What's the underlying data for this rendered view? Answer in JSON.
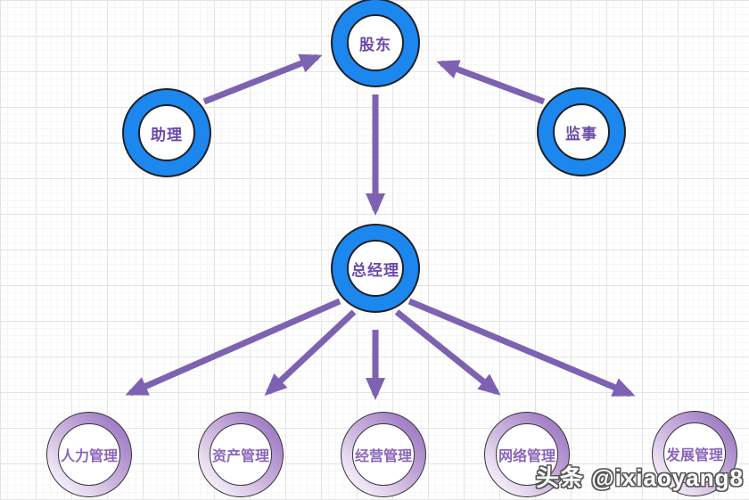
{
  "diagram": {
    "type": "org-chart",
    "nodes": {
      "shareholder": {
        "label": "股东"
      },
      "assistant": {
        "label": "助理"
      },
      "supervisor": {
        "label": "监事"
      },
      "general_manager": {
        "label": "总经理"
      },
      "hr": {
        "label": "人力管理"
      },
      "asset": {
        "label": "资产管理"
      },
      "operations": {
        "label": "经营管理"
      },
      "network": {
        "label": "网络管理"
      },
      "development": {
        "label": "发展管理"
      }
    },
    "edges": [
      {
        "from": "助理",
        "to": "股东"
      },
      {
        "from": "监事",
        "to": "股东"
      },
      {
        "from": "股东",
        "to": "总经理"
      },
      {
        "from": "总经理",
        "to": "人力管理"
      },
      {
        "from": "总经理",
        "to": "资产管理"
      },
      {
        "from": "总经理",
        "to": "经营管理"
      },
      {
        "from": "总经理",
        "to": "网络管理"
      },
      {
        "from": "总经理",
        "to": "发展管理"
      }
    ]
  },
  "watermark": {
    "text": "头条 @ixiaoyang8"
  },
  "colors": {
    "executive_ring_blue": "#1b87ef",
    "ring_outline_dark": "#1e2027",
    "executive_label_purple": "#6b4aa8",
    "department_label_purple": "#8a66bb",
    "arrow_purple": "#7d62b2",
    "department_ring_gradient_light": "#fbf9fd",
    "department_ring_gradient_dark": "#9b77c2",
    "grid_major": "#e3e3e3",
    "grid_minor": "#f6f6f6",
    "background": "#ffffff"
  }
}
